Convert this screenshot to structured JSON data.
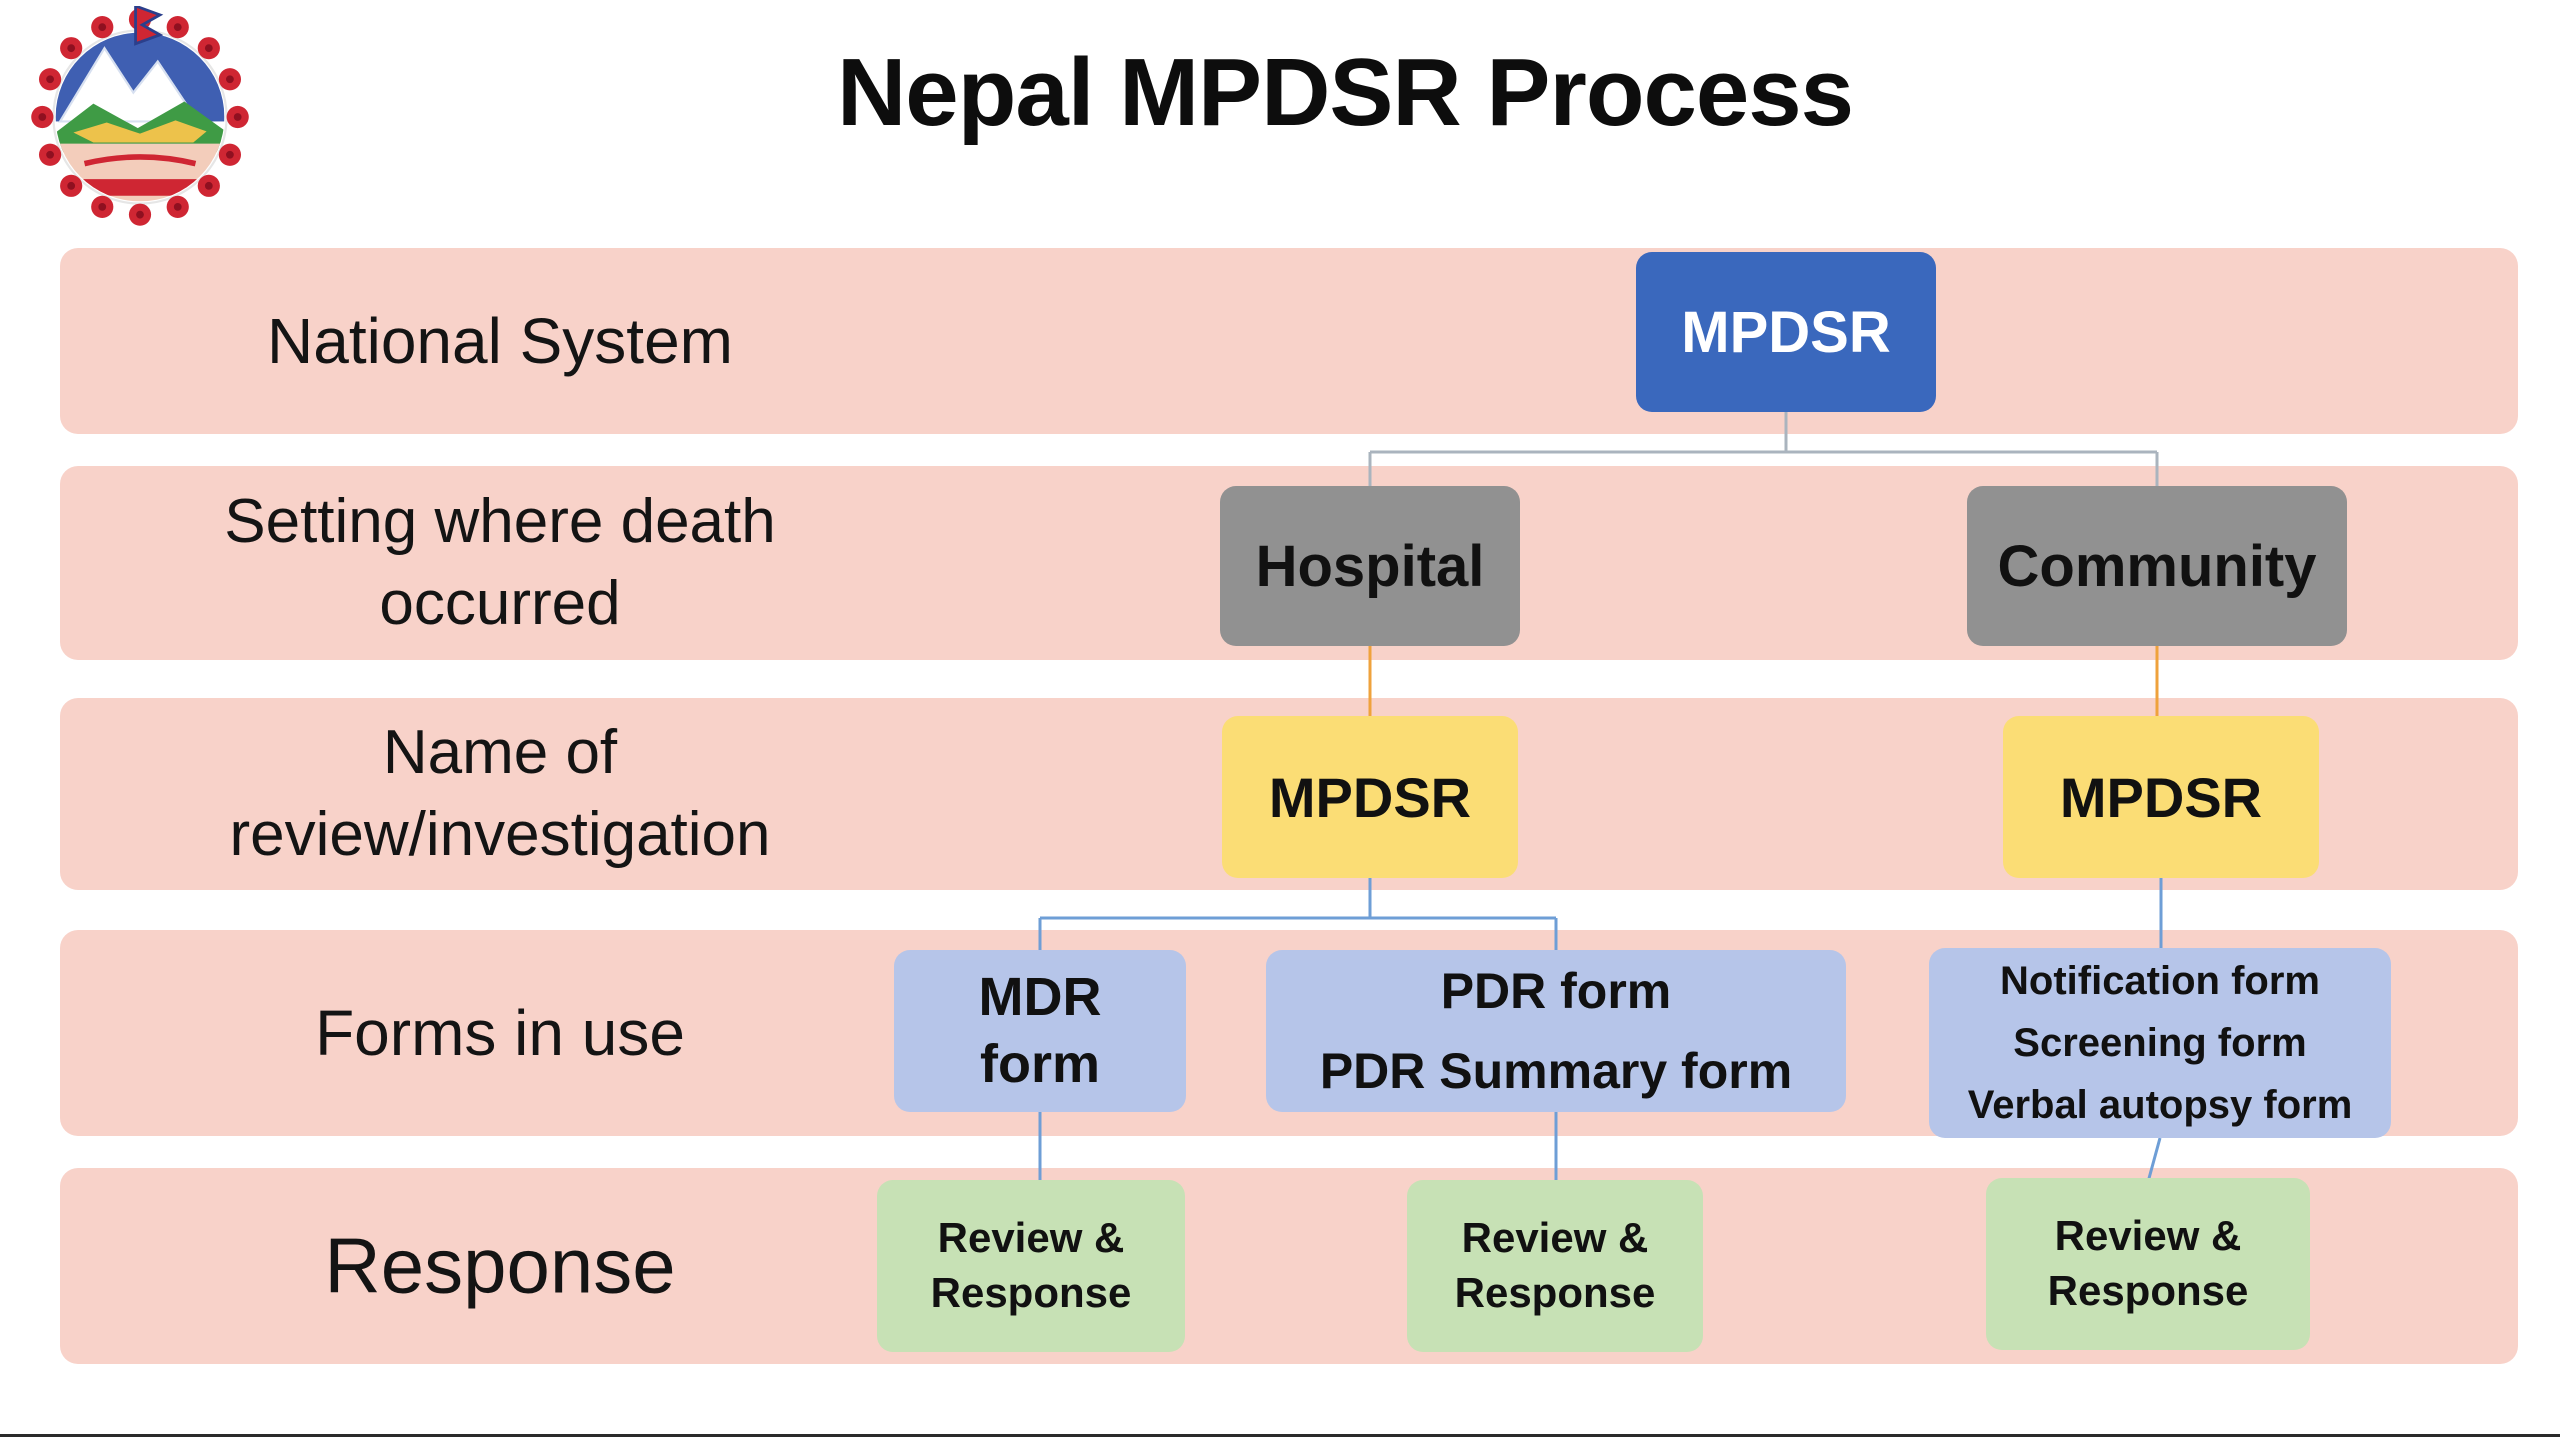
{
  "title": "Nepal MPDSR Process",
  "logo": {
    "icon": "nepal-emblem"
  },
  "rows": [
    {
      "id": "national-system",
      "label_lines": [
        "National System"
      ]
    },
    {
      "id": "setting-where-death-occurred",
      "label_lines": [
        "Setting where death",
        "occurred"
      ]
    },
    {
      "id": "name-of-review-investigation",
      "label_lines": [
        "Name of",
        "review/investigation"
      ]
    },
    {
      "id": "forms-in-use",
      "label_lines": [
        "Forms in use"
      ]
    },
    {
      "id": "response",
      "label_lines": [
        "Response"
      ]
    }
  ],
  "nodes": {
    "root": {
      "label": "MPDSR"
    },
    "hospital": {
      "label": "Hospital"
    },
    "community": {
      "label": "Community"
    },
    "mpdsr_hospital": {
      "label": "MPDSR"
    },
    "mpdsr_community": {
      "label": "MPDSR"
    },
    "mdr_form": {
      "lines": [
        "MDR",
        "form"
      ]
    },
    "pdr_form": {
      "lines": [
        "PDR form",
        "PDR Summary form"
      ]
    },
    "community_forms": {
      "lines": [
        "Notification form",
        "Screening form",
        "Verbal autopsy form"
      ]
    },
    "response_mdr": {
      "lines": [
        "Review &",
        "Response"
      ]
    },
    "response_pdr": {
      "lines": [
        "Review &",
        "Response"
      ]
    },
    "response_community": {
      "lines": [
        "Review &",
        "Response"
      ]
    }
  },
  "colors": {
    "band": "#f8d2c9",
    "root_box": "#3a68bd",
    "setting_box": "#919191",
    "review_box": "#fbdd75",
    "form_box": "#b6c5e9",
    "response_box": "#c7e1b5",
    "connector_gray": "#aab4be",
    "connector_orange": "#efa23c",
    "connector_blue": "#6e9ed6"
  }
}
